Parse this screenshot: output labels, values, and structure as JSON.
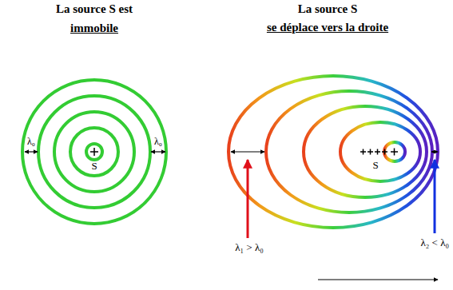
{
  "diagram": {
    "labels": [
      "La source S est",
      "immobile",
      "S",
      "λ₀",
      "λ₀",
      "La source S",
      "se déplace vers la droite",
      "S",
      "λ₁ > λ₀",
      "λ₂ < λ₀"
    ]
  }
}
